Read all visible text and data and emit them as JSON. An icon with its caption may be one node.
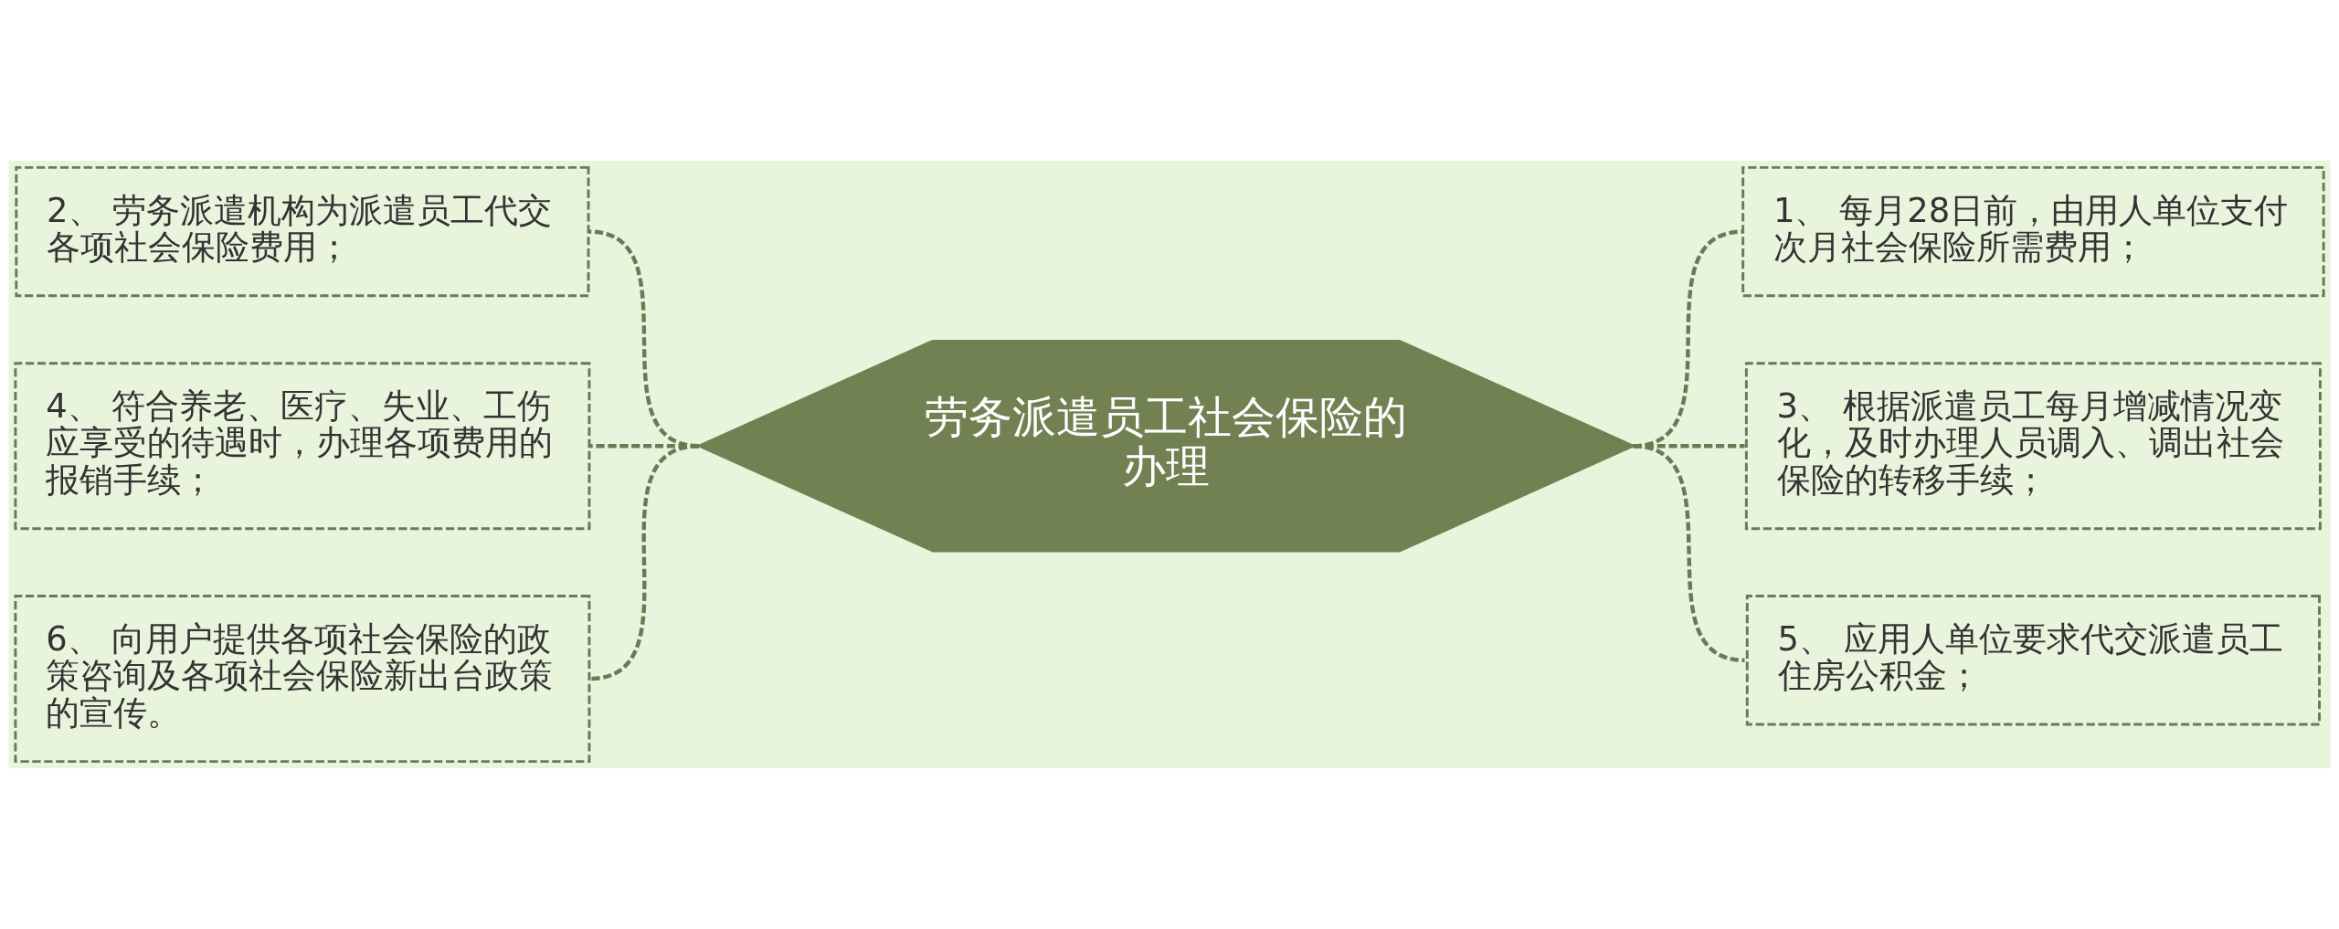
{
  "diagram": {
    "nodes": [
      {
        "text": [
          "劳务派遣员工社会保险的办理"
        ]
      },
      {
        "text": [
          "1、 每月28日前，由用人单位支付次月社会保险所需费用；"
        ]
      },
      {
        "text": [
          "2、 劳务派遣机构为派遣员工代交各项社会保险费用；"
        ]
      },
      {
        "text": [
          "3、 根据派遣员工每月增减情况变化，及时办理人员调入、调出社会保险的转移手续；"
        ]
      },
      {
        "text": [
          "4、 符合养老、医疗、失业、工伤应享受的待遇时，办理各项费用的报销手续；"
        ]
      },
      {
        "text": [
          "5、 应用人单位要求代交派遣员工住房公积金；"
        ]
      },
      {
        "text": [
          "6、 向用户提供各项社会保险的政策咨询及各项社会保险新出台政策的宣传。"
        ]
      }
    ],
    "edges": [
      {
        "from": 0,
        "to": 1,
        "arrow": "none",
        "style": "dashed"
      },
      {
        "from": 0,
        "to": 2,
        "arrow": "none",
        "style": "dashed"
      },
      {
        "from": 0,
        "to": 3,
        "arrow": "none",
        "style": "dashed"
      },
      {
        "from": 0,
        "to": 4,
        "arrow": "none",
        "style": "dashed"
      },
      {
        "from": 0,
        "to": 5,
        "arrow": "none",
        "style": "dashed"
      },
      {
        "from": 0,
        "to": 6,
        "arrow": "none",
        "style": "dashed"
      }
    ]
  }
}
